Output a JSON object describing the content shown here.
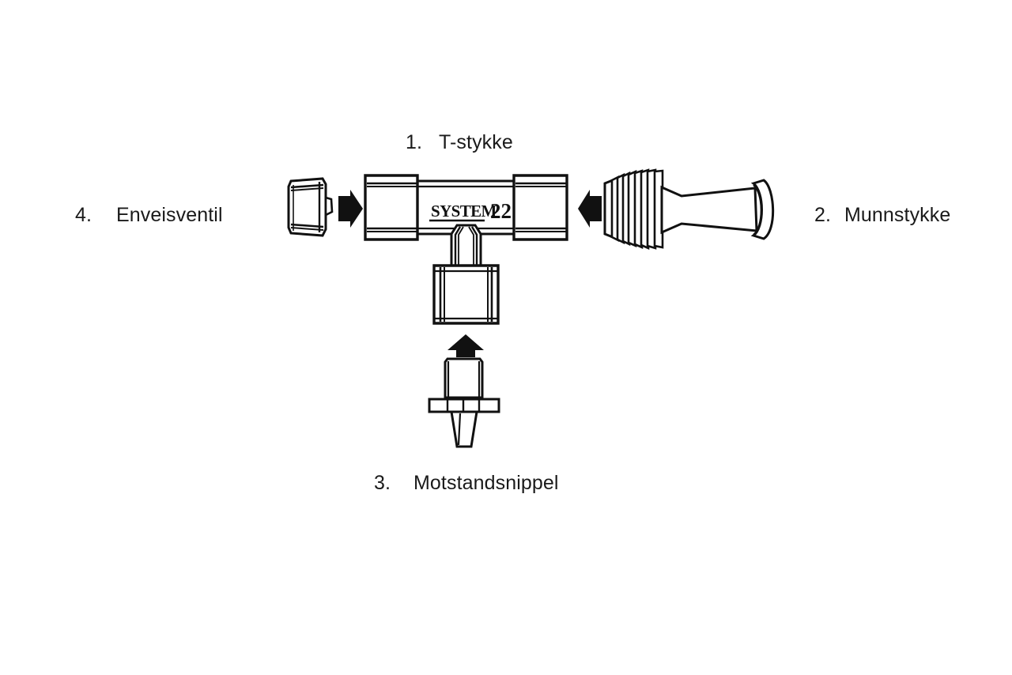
{
  "diagram": {
    "title_text_on_part": "SYSTEM 22",
    "background_color": "#ffffff",
    "line_color": "#111111",
    "parts": [
      {
        "id": "t-stykke",
        "number": "1.",
        "name": "T-stykke",
        "position": "top-center"
      },
      {
        "id": "munnstykke",
        "number": "2.",
        "name": "Munnstykke",
        "position": "right"
      },
      {
        "id": "motstandsnippel",
        "number": "3.",
        "name": "Motstandsnippel",
        "position": "bottom-center"
      },
      {
        "id": "enveisventil",
        "number": "4.",
        "name": "Enveisventil",
        "position": "left"
      }
    ],
    "branding": {
      "word": "SYSTEM",
      "number": "22"
    },
    "arrows": [
      {
        "id": "arrow-valve-to-tee",
        "direction": "right"
      },
      {
        "id": "arrow-mouthpiece-to-tee",
        "direction": "left"
      },
      {
        "id": "arrow-nipple-to-tee",
        "direction": "up"
      }
    ]
  }
}
